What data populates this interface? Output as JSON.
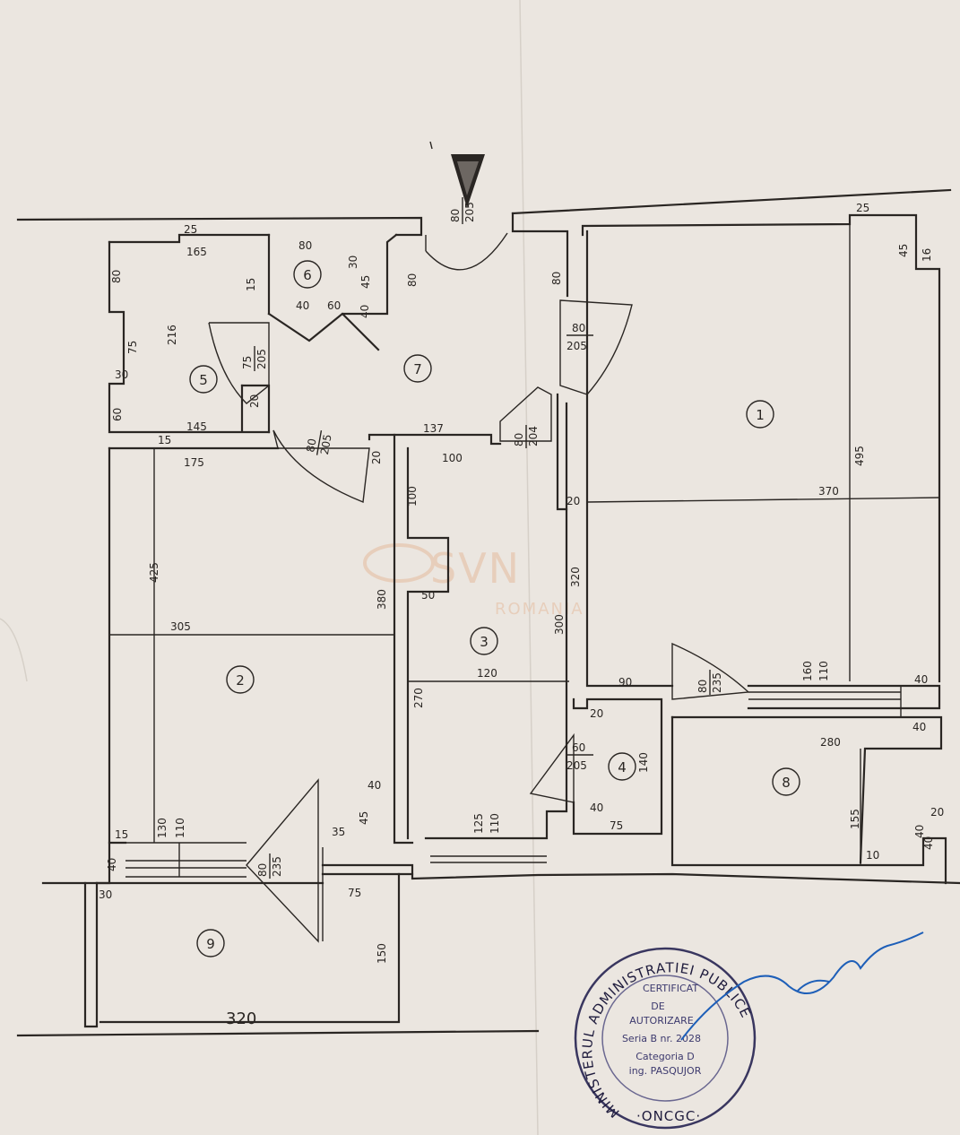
{
  "watermark": {
    "brand": "SVN",
    "country": "ROMANIA"
  },
  "rooms": [
    "1",
    "2",
    "3",
    "4",
    "5",
    "6",
    "7",
    "8",
    "9"
  ],
  "dims": {
    "top_25_left": "25",
    "top_25_right": "25",
    "d165": "165",
    "d80_top": "80",
    "d80_a": "80",
    "d80_b": "80",
    "d80_c": "80",
    "d80_d": "80",
    "d80_e": "80",
    "d145": "145",
    "d175": "175",
    "d137": "137",
    "d100_a": "100",
    "d100_b": "100",
    "d425": "425",
    "d305": "305",
    "d380": "380",
    "d50": "50",
    "d320_mid": "320",
    "d300": "300",
    "d370": "370",
    "d495": "495",
    "d20_a": "20",
    "d20_b": "20",
    "d20_c": "20",
    "d20_d": "20",
    "d120": "120",
    "d270": "270",
    "d90": "90",
    "d160": "160",
    "d110_a": "110",
    "d110_b": "110",
    "d110_c": "110",
    "d40_a": "40",
    "d40_b": "40",
    "d40_c": "40",
    "d40_d": "40",
    "d40_e": "40",
    "d40_f": "40",
    "d40_g": "40",
    "d280": "280",
    "d155": "155",
    "d10": "10",
    "d140": "140",
    "d75_a": "75",
    "d75_b": "75",
    "d75_c": "75",
    "d45_a": "45",
    "d45_b": "45",
    "d35": "35",
    "d30_a": "30",
    "d30_b": "30",
    "d130": "130",
    "d125": "125",
    "d15": "15",
    "d60": "60",
    "d150": "150",
    "d320_bottom": "320",
    "d216": "216",
    "d30_c": "30",
    "d60_b": "60",
    "d15_b": "15",
    "d45_c": "45",
    "d16": "16"
  },
  "doors": {
    "entry": {
      "w": "80",
      "h": "205"
    },
    "d7_1": {
      "w": "80",
      "h": "205"
    },
    "d5": {
      "w": "75",
      "h": "205"
    },
    "d2": {
      "w": "80",
      "h": "205"
    },
    "d3": {
      "w": "80",
      "h": "204"
    },
    "d1_8": {
      "w": "80",
      "h": "235"
    },
    "d4": {
      "w": "60",
      "h": "205"
    },
    "d9": {
      "w": "80",
      "h": "235"
    }
  },
  "stamp": {
    "ring_text": "MINISTERUL ADMINISTRATIEI PUBLICE",
    "bottom_text": "·ONCGC·",
    "lines": [
      "CERTIFICAT",
      "DE",
      "AUTORIZARE",
      "Seria B nr. 2028",
      "Categoria D",
      "ing. PASQUJOR"
    ]
  }
}
